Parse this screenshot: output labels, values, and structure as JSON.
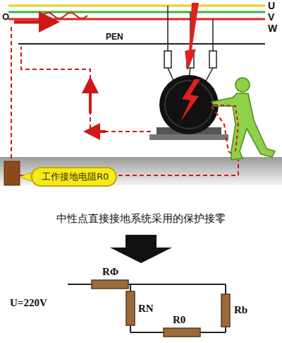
{
  "diagram": {
    "caption": "中性点直接接地系统采用的保护接零",
    "nodes": [
      {
        "text": [
          "工作接地电阻R0"
        ]
      }
    ],
    "labels": [
      "U",
      "V",
      "W",
      "O",
      "PEN",
      "RΦ",
      "U=220V",
      "RN",
      "Rb",
      "R0"
    ]
  }
}
